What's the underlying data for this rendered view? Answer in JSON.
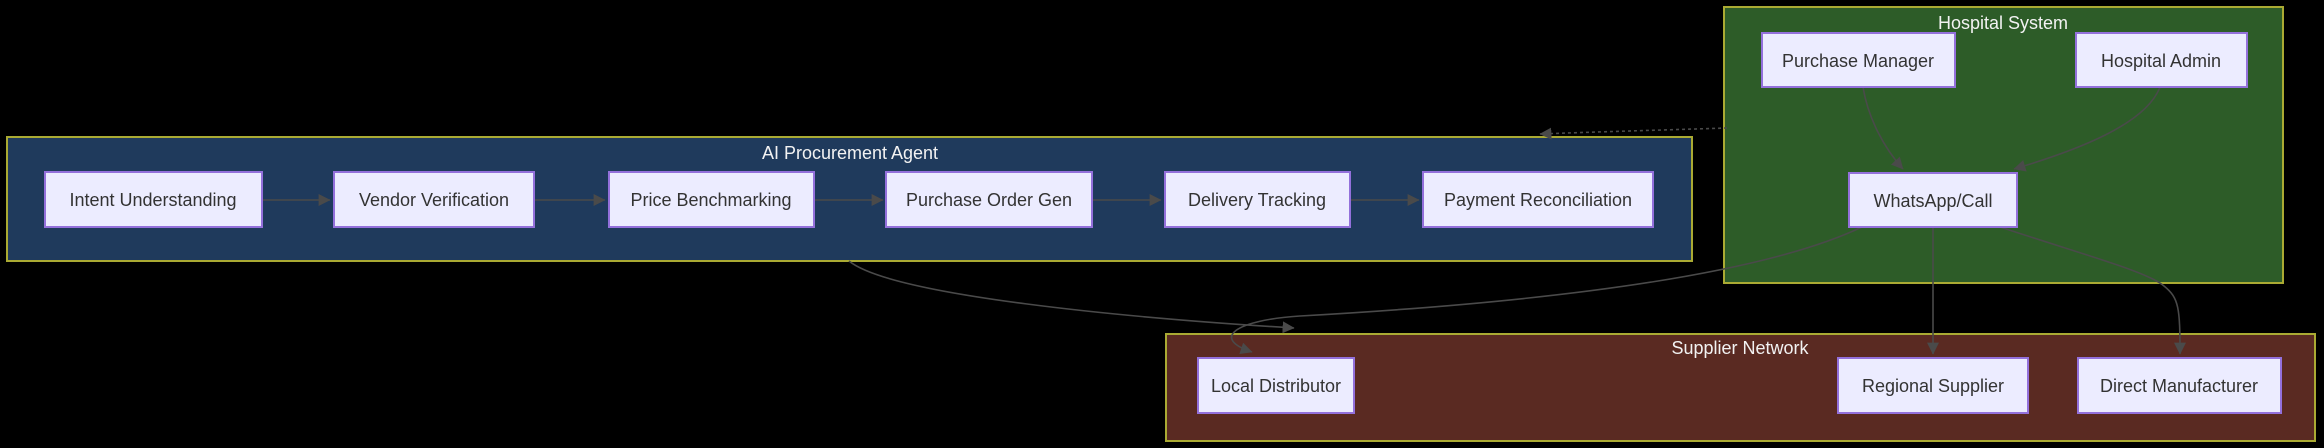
{
  "colors": {
    "background": "#000000",
    "cluster_border": "#aaaa33",
    "agent_fill": "#1f3a5c",
    "hospital_fill": "#2d5c28",
    "supplier_fill": "#5a2a22",
    "node_fill": "#ececff",
    "node_border": "#9370db",
    "node_text": "#333333",
    "cluster_title_text": "#f2f2f2",
    "edge": "#4a4a4a"
  },
  "clusters": {
    "agent": {
      "title": "AI Procurement Agent"
    },
    "hospital": {
      "title": "Hospital System"
    },
    "supplier": {
      "title": "Supplier Network"
    }
  },
  "nodes": {
    "intent": {
      "label": "Intent Understanding"
    },
    "vendor": {
      "label": "Vendor Verification"
    },
    "price": {
      "label": "Price Benchmarking"
    },
    "po": {
      "label": "Purchase Order Gen"
    },
    "delivery": {
      "label": "Delivery Tracking"
    },
    "payment": {
      "label": "Payment Reconciliation"
    },
    "pm": {
      "label": "Purchase Manager"
    },
    "ha": {
      "label": "Hospital Admin"
    },
    "wa": {
      "label": "WhatsApp/Call"
    },
    "ld": {
      "label": "Local Distributor"
    },
    "rs": {
      "label": "Regional Supplier"
    },
    "dm": {
      "label": "Direct Manufacturer"
    }
  },
  "edges": [
    {
      "from": "Intent Understanding",
      "to": "Vendor Verification",
      "style": "solid"
    },
    {
      "from": "Vendor Verification",
      "to": "Price Benchmarking",
      "style": "solid"
    },
    {
      "from": "Price Benchmarking",
      "to": "Purchase Order Gen",
      "style": "solid"
    },
    {
      "from": "Purchase Order Gen",
      "to": "Delivery Tracking",
      "style": "solid"
    },
    {
      "from": "Delivery Tracking",
      "to": "Payment Reconciliation",
      "style": "solid"
    },
    {
      "from": "Purchase Manager",
      "to": "WhatsApp/Call",
      "style": "solid"
    },
    {
      "from": "Hospital Admin",
      "to": "WhatsApp/Call",
      "style": "solid"
    },
    {
      "from": "Hospital System",
      "to": "AI Procurement Agent",
      "style": "dashed"
    },
    {
      "from": "AI Procurement Agent",
      "to": "Supplier Network",
      "style": "solid"
    },
    {
      "from": "WhatsApp/Call",
      "to": "Local Distributor",
      "style": "solid"
    },
    {
      "from": "WhatsApp/Call",
      "to": "Regional Supplier",
      "style": "solid"
    },
    {
      "from": "WhatsApp/Call",
      "to": "Direct Manufacturer",
      "style": "solid"
    }
  ]
}
